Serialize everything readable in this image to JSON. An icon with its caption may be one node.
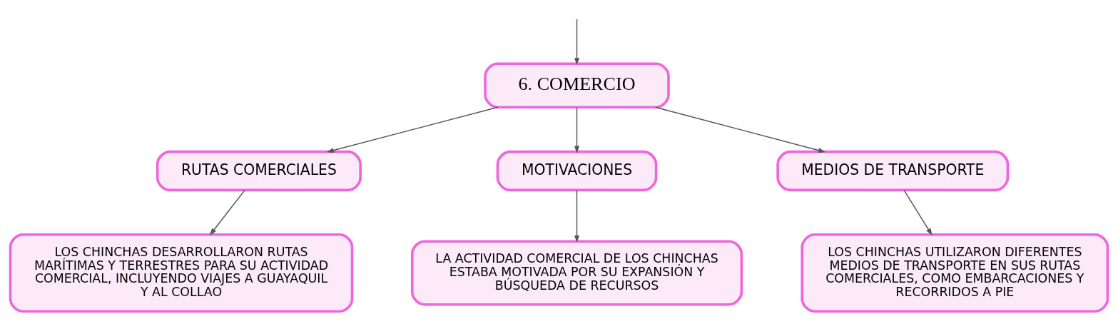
{
  "diagram": {
    "nodes": [
      {
        "text": [
          "6. COMERCIO"
        ]
      },
      {
        "text": [
          "RUTAS COMERCIALES"
        ]
      },
      {
        "text": [
          "MOTIVACIONES"
        ]
      },
      {
        "text": [
          "MEDIOS DE TRANSPORTE"
        ]
      },
      {
        "text": [
          "LOS CHINCHAS DESARROLLARON RUTAS MARÍTIMAS Y TERRESTRES PARA SU ACTIVIDAD COMERCIAL, INCLUYENDO VIAJES A GUAYAQUIL Y AL COLLAO"
        ]
      },
      {
        "text": [
          "LA ACTIVIDAD COMERCIAL DE LOS CHINCHAS ESTABA MOTIVADA POR SU EXPANSIÓN Y BÚSQUEDA DE RECURSOS"
        ]
      },
      {
        "text": [
          "LOS CHINCHAS UTILIZARON DIFERENTES MEDIOS DE TRANSPORTE EN SUS RUTAS COMERCIALES, COMO EMBARCACIONES Y RECORRIDOS A PIE"
        ]
      }
    ],
    "edges": [
      {
        "from": null,
        "to": 0,
        "arrow": "to"
      },
      {
        "from": 0,
        "to": 1,
        "arrow": "to"
      },
      {
        "from": 0,
        "to": 2,
        "arrow": "to"
      },
      {
        "from": 0,
        "to": 3,
        "arrow": "to"
      },
      {
        "from": 1,
        "to": 4,
        "arrow": "to"
      },
      {
        "from": 2,
        "to": 5,
        "arrow": "to"
      },
      {
        "from": 3,
        "to": 6,
        "arrow": "to"
      }
    ]
  }
}
